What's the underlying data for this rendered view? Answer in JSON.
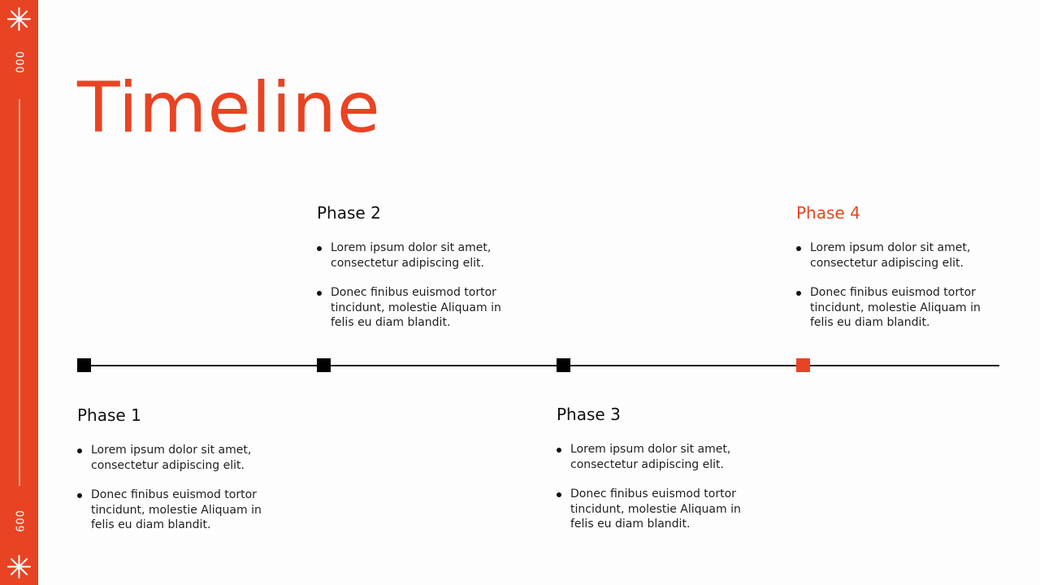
{
  "slide": {
    "title": "Timeline",
    "accent_color": "#e84424"
  },
  "sidebar": {
    "top_page_number": "000",
    "bottom_page_number": "009",
    "top_icon": "asterisk-star-icon",
    "bottom_icon": "asterisk-star-icon"
  },
  "timeline": {
    "phases": [
      {
        "title": "Phase 1",
        "highlighted": false,
        "bullets": [
          "Lorem ipsum dolor sit amet, consectetur adipiscing elit.",
          "Donec finibus euismod tortor tincidunt, molestie Aliquam in felis eu diam blandit."
        ]
      },
      {
        "title": "Phase 2",
        "highlighted": false,
        "bullets": [
          "Lorem ipsum dolor sit amet, consectetur adipiscing elit.",
          "Donec finibus euismod tortor tincidunt, molestie Aliquam in felis eu diam blandit."
        ]
      },
      {
        "title": "Phase 3",
        "highlighted": false,
        "bullets": [
          "Lorem ipsum dolor sit amet, consectetur adipiscing elit.",
          "Donec finibus euismod tortor tincidunt, molestie Aliquam in felis eu diam blandit."
        ]
      },
      {
        "title": "Phase 4",
        "highlighted": true,
        "bullets": [
          "Lorem ipsum dolor sit amet, consectetur adipiscing elit.",
          "Donec finibus euismod tortor tincidunt, molestie Aliquam in felis eu diam blandit."
        ]
      }
    ]
  }
}
